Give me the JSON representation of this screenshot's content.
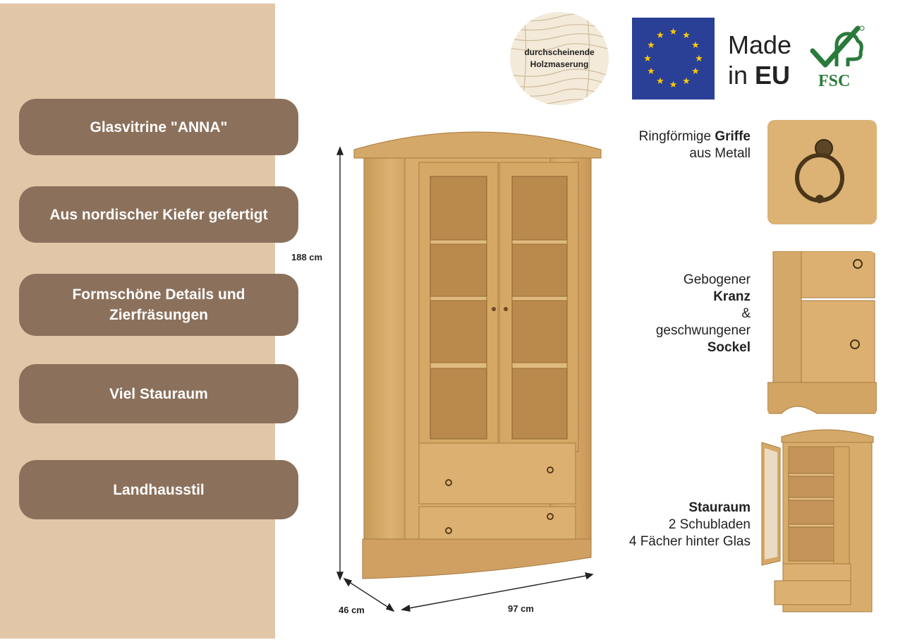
{
  "features_left": [
    {
      "label": "Glasvitrine \"ANNA\""
    },
    {
      "label": "Aus nordischer Kiefer gefertigt"
    },
    {
      "label": "Formschöne Details und Zierfräsungen"
    },
    {
      "label": "Viel Stauraum"
    },
    {
      "label": "Landhausstil"
    }
  ],
  "badges": {
    "wood_badge": {
      "line1": "durchscheinende",
      "line2": "Holzmaserung"
    },
    "made_in": {
      "line1": "Made",
      "line2a": "in ",
      "line2b": "EU"
    },
    "fsc": {
      "label": "FSC"
    }
  },
  "dimensions": {
    "height": "188 cm",
    "depth": "46 cm",
    "width": "97 cm"
  },
  "details": {
    "handles": {
      "text1": "Ringförmige ",
      "bold1": "Griffe",
      "text2": "aus Metall"
    },
    "crown": {
      "text1": "Gebogener",
      "bold1": "Kranz",
      "amp": "&",
      "text2": "geschwungener",
      "bold2": "Sockel"
    },
    "storage": {
      "bold1": "Stauraum",
      "text1": "2 Schubladen",
      "text2": "4 Fächer hinter Glas"
    }
  },
  "colors": {
    "panel": "#e2c6a8",
    "pill": "#8b705b",
    "eu_blue": "#003399",
    "eu_star": "#ffcc00",
    "fsc_green": "#2a7a3b",
    "pine": "#d6a865"
  }
}
